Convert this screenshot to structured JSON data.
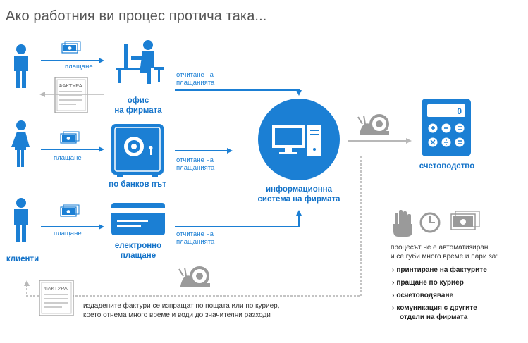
{
  "title": "Ако работния ви процес протича така...",
  "labels": {
    "payment": "плащане",
    "reading_line1": "отчитане на",
    "reading_line2": "плащанията",
    "office_line1": "офис",
    "office_line2": "на фирмата",
    "bank": "по банков път",
    "electronic_line1": "електронно",
    "electronic_line2": "плащане",
    "info_line1": "информационна",
    "info_line2": "система на фирмата",
    "accounting": "счетоводство",
    "clients": "клиенти",
    "invoice_word": "ФАКТУРА",
    "calc_display": "0",
    "bottom_note_line1": "издадените фактури се изпращат по пощата или по куриер,",
    "bottom_note_line2": "което отнема много време и води до значителни разходи"
  },
  "side": {
    "intro_line1": "процесът  не е автоматизиран",
    "intro_line2": "и се губи много време и пари за:",
    "bullets": [
      "принтиране на фактурите",
      "пращане по куриер",
      "осчетоводяване",
      "комуникация с другите",
      "отдели на фирмата"
    ]
  },
  "colors": {
    "blue": "#1b7fd4",
    "dark_blue": "#1473c9",
    "gray": "#b8b8b8"
  },
  "icons": [
    "person-icon",
    "woman-icon",
    "cash-icon",
    "invoice-icon",
    "office-worker-icon",
    "safe-icon",
    "credit-card-icon",
    "computer-icon",
    "calculator-icon",
    "snail-icon",
    "hand-icon",
    "clock-icon",
    "money-icon"
  ]
}
